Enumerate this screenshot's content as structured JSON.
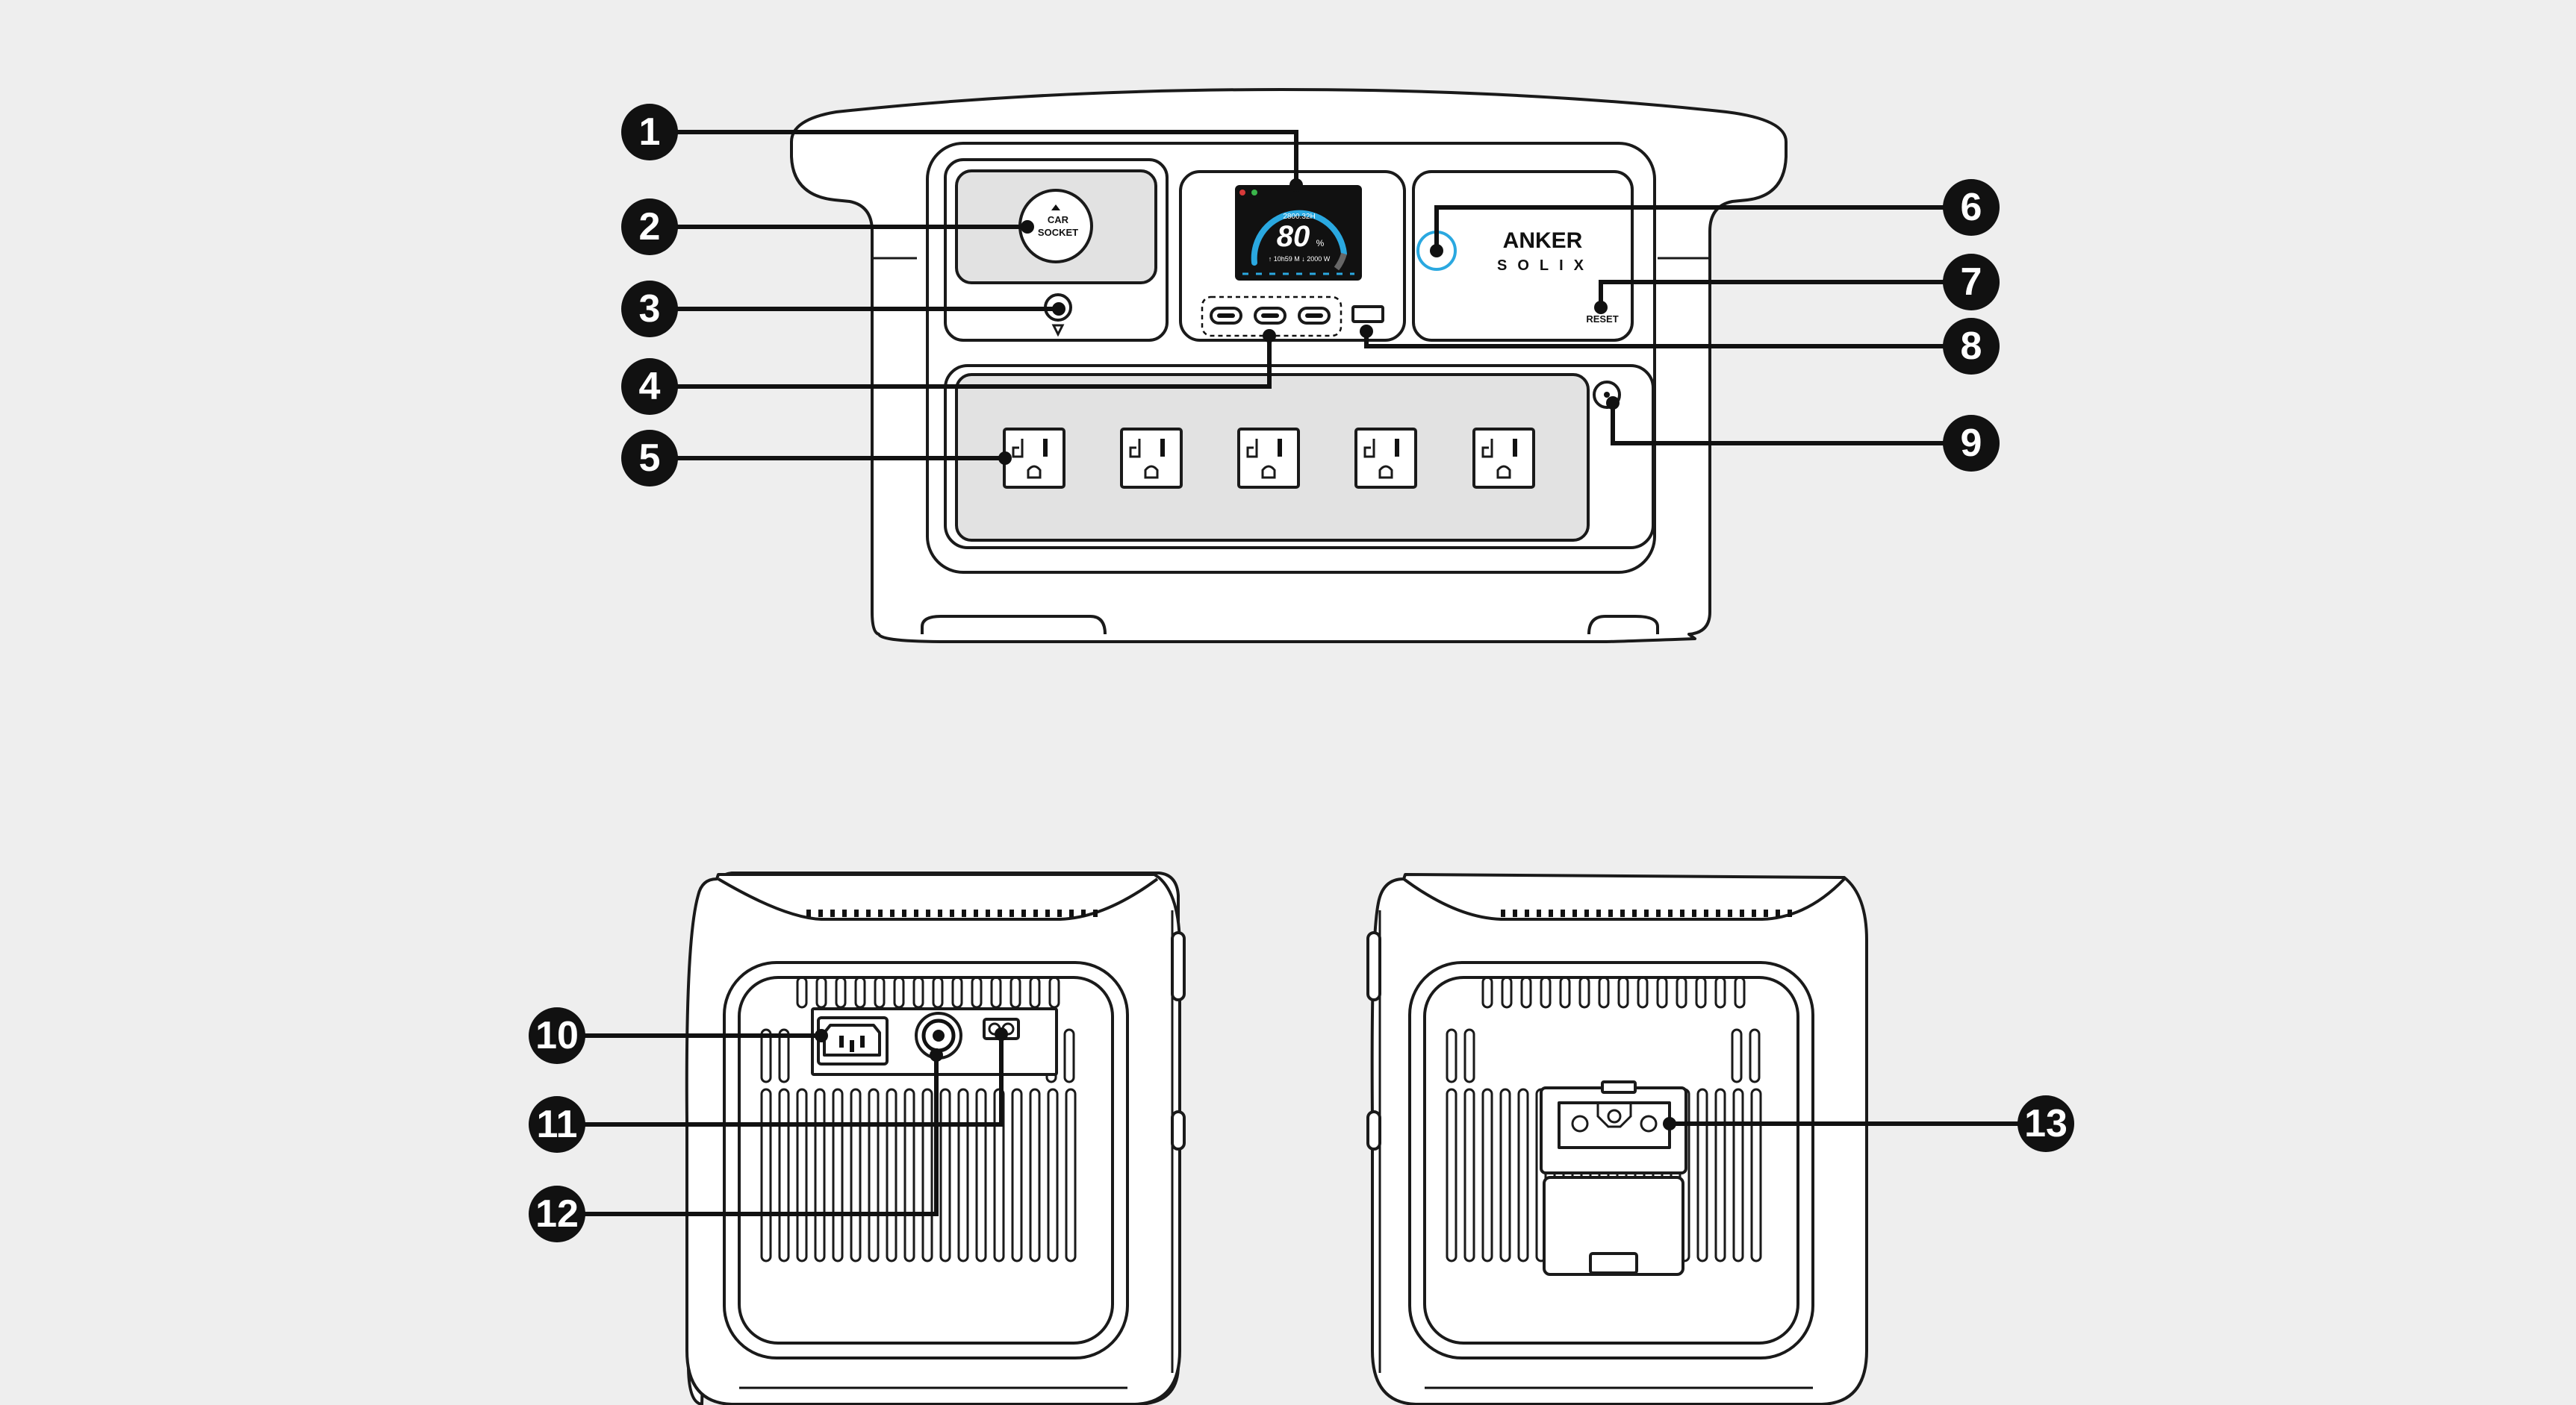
{
  "callouts": [
    {
      "number": "1",
      "id": "screen"
    },
    {
      "number": "2",
      "id": "car-socket"
    },
    {
      "number": "3",
      "id": "car-socket-button"
    },
    {
      "number": "4",
      "id": "usb-c-ports"
    },
    {
      "number": "5",
      "id": "ac-outlets"
    },
    {
      "number": "6",
      "id": "power-button"
    },
    {
      "number": "7",
      "id": "reset-button"
    },
    {
      "number": "8",
      "id": "usb-a-port"
    },
    {
      "number": "9",
      "id": "ac-button"
    },
    {
      "number": "10",
      "id": "ac-input"
    },
    {
      "number": "11",
      "id": "solar-input"
    },
    {
      "number": "12",
      "id": "grounding-port"
    },
    {
      "number": "13",
      "id": "expansion-port"
    }
  ],
  "front": {
    "car_socket_line1": "CAR",
    "car_socket_line2": "SOCKET",
    "brand_line1": "ANKER",
    "brand_line2": "SOLIX",
    "reset_label": "RESET",
    "screen": {
      "capacity": "2800.32H",
      "percent": "80",
      "percent_unit": "%",
      "stats": "↑ 10h59 M  ↓ 2000 W",
      "accent": "#2aa8e0"
    }
  },
  "colors": {
    "background": "#eeeeee",
    "panel": "#e2e2e2",
    "outline": "#1a1a1a",
    "power_ring": "#2aa8e0"
  }
}
